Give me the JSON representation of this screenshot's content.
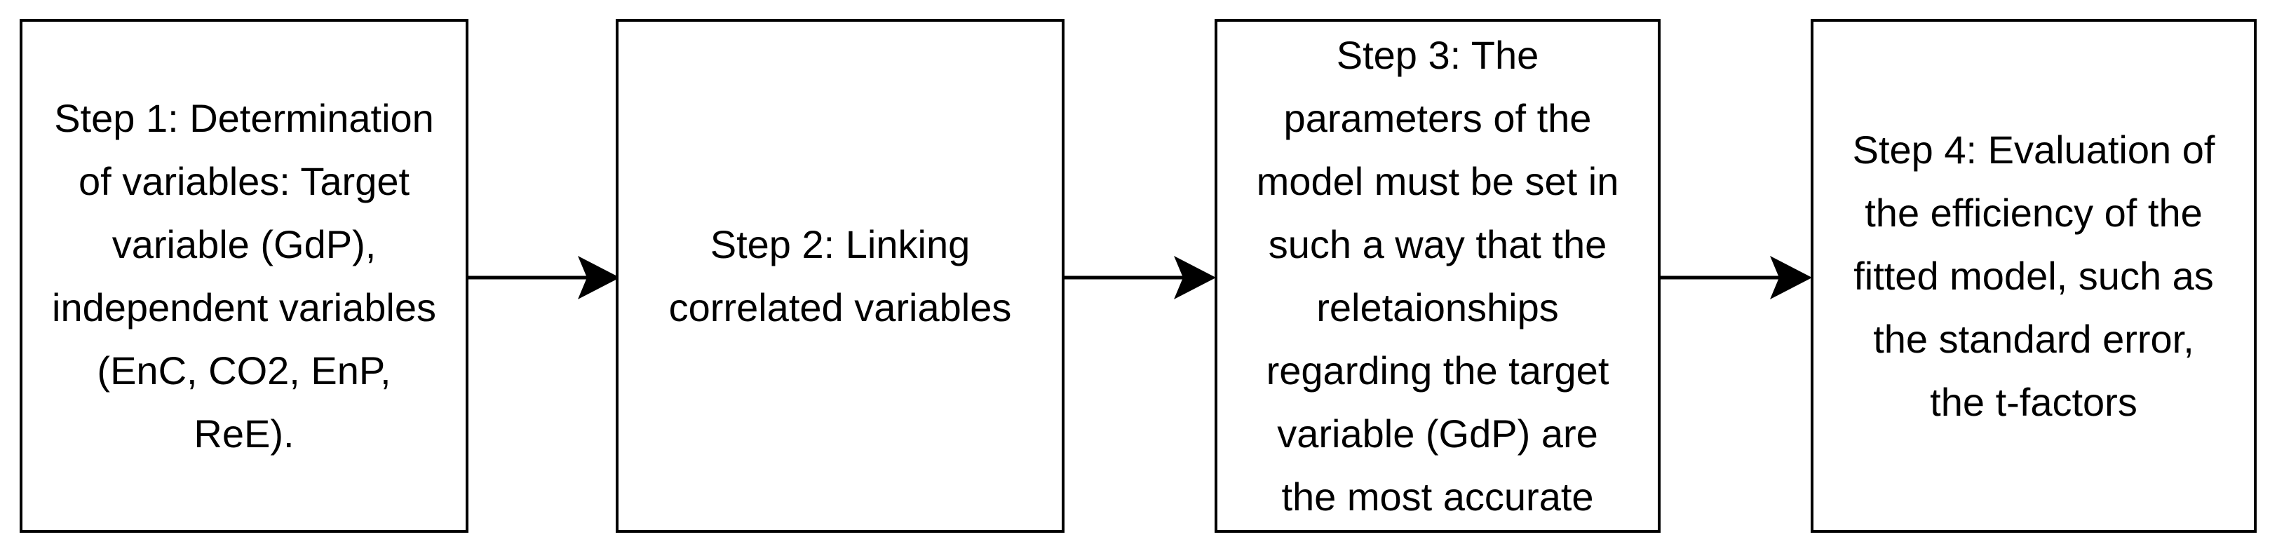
{
  "diagram": {
    "type": "flowchart",
    "orientation": "horizontal",
    "background_color": "#ffffff",
    "box_border_color": "#000000",
    "text_color": "#000000",
    "connector_color": "#000000",
    "steps": [
      {
        "id": "step-1",
        "text": "Step 1: Determination\nof variables: Target\nvariable (GdP),\nindependent variables\n(EnC, CO2, EnP,\nReE)."
      },
      {
        "id": "step-2",
        "text": "Step 2: Linking\ncorrelated variables"
      },
      {
        "id": "step-3",
        "text": "Step 3: The\nparameters of the\nmodel must be set in\nsuch a way that the\nreletaionships\nregarding the target\nvariable (GdP) are\nthe most accurate"
      },
      {
        "id": "step-4",
        "text": "Step 4: Evaluation of\nthe efficiency of the\nfitted model, such as\nthe standard error,\nthe t-factors"
      }
    ],
    "connectors": [
      {
        "from": "step-1",
        "to": "step-2",
        "type": "arrow-right"
      },
      {
        "from": "step-2",
        "to": "step-3",
        "type": "arrow-right"
      },
      {
        "from": "step-3",
        "to": "step-4",
        "type": "arrow-right"
      }
    ]
  }
}
